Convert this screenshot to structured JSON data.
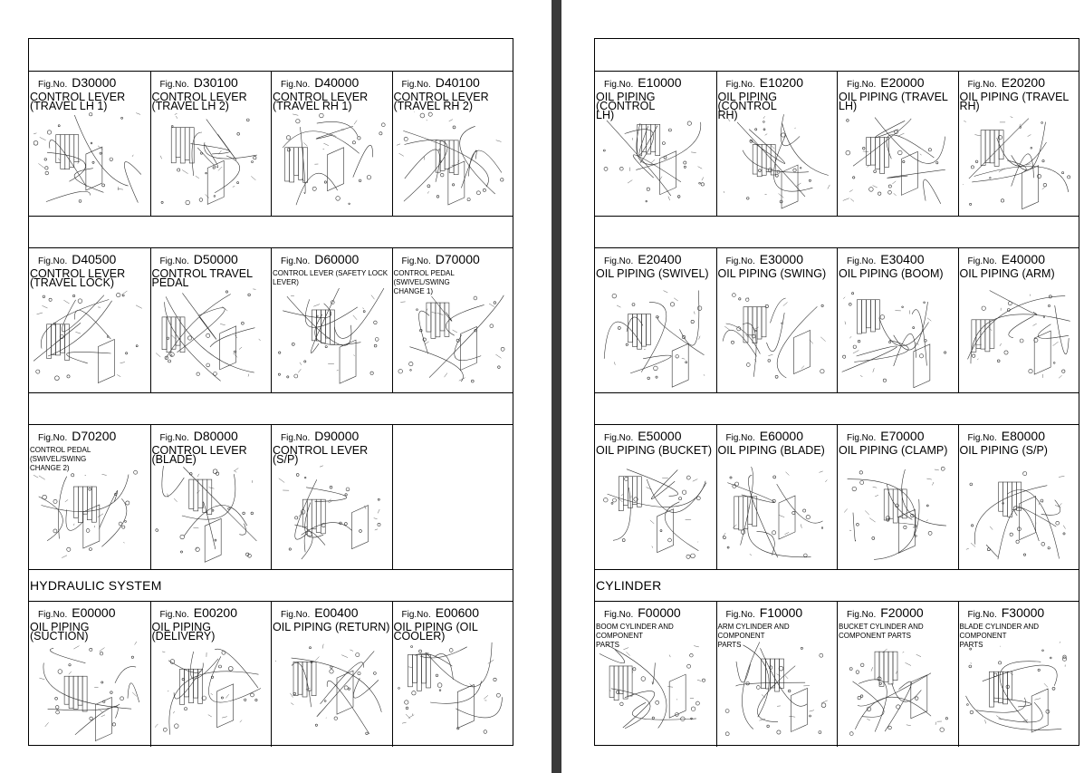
{
  "fig_label": "Fig.No.",
  "left": {
    "header_title": "",
    "rows": [
      {
        "section": "",
        "cells": [
          {
            "num": "D30000",
            "title": "CONTROL LEVER\n(TRAVEL LH 1)",
            "size": "big"
          },
          {
            "num": "D30100",
            "title": "CONTROL LEVER\n(TRAVEL LH 2)",
            "size": "big"
          },
          {
            "num": "D40000",
            "title": "CONTROL LEVER\n(TRAVEL RH 1)",
            "size": "big"
          },
          {
            "num": "D40100",
            "title": "CONTROL LEVER\n(TRAVEL RH 2)",
            "size": "big"
          }
        ]
      },
      {
        "section": "",
        "cells": [
          {
            "num": "D40500",
            "title": "CONTROL LEVER\n(TRAVEL LOCK)",
            "size": "big"
          },
          {
            "num": "D50000",
            "title": "CONTROL TRAVEL\nPEDAL",
            "size": "big"
          },
          {
            "num": "D60000",
            "title": "CONTROL LEVER (SAFETY LOCK\nLEVER)",
            "size": "small"
          },
          {
            "num": "D70000",
            "title": "CONTROL PEDAL (SWIVEL/SWING\nCHANGE 1)",
            "size": "small"
          }
        ]
      },
      {
        "section": "",
        "cells": [
          {
            "num": "D70200",
            "title": "CONTROL PEDAL (SWIVEL/SWING\nCHANGE 2)",
            "size": "small"
          },
          {
            "num": "D80000",
            "title": "CONTROL LEVER\n(BLADE)",
            "size": "big"
          },
          {
            "num": "D90000",
            "title": "CONTROL LEVER (S/P)",
            "size": "big"
          },
          null
        ]
      },
      {
        "section": "HYDRAULIC SYSTEM",
        "cells": [
          {
            "num": "E00000",
            "title": "OIL PIPING (SUCTION)",
            "size": "big"
          },
          {
            "num": "E00200",
            "title": "OIL PIPING (DELIVERY)",
            "size": "big"
          },
          {
            "num": "E00400",
            "title": "OIL PIPING (RETURN)",
            "size": "big"
          },
          {
            "num": "E00600",
            "title": "OIL PIPING (OIL\nCOOLER)",
            "size": "big"
          }
        ]
      }
    ]
  },
  "right": {
    "header_title": "",
    "rows": [
      {
        "section": "",
        "cells": [
          {
            "num": "E10000",
            "title": "OIL PIPING (CONTROL\nLH)",
            "size": "big"
          },
          {
            "num": "E10200",
            "title": "OIL PIPING (CONTROL\nRH)",
            "size": "big"
          },
          {
            "num": "E20000",
            "title": "OIL PIPING (TRAVEL\nLH)",
            "size": "big"
          },
          {
            "num": "E20200",
            "title": "OIL PIPING (TRAVEL\nRH)",
            "size": "big"
          }
        ]
      },
      {
        "section": "",
        "cells": [
          {
            "num": "E20400",
            "title": "OIL PIPING (SWIVEL)",
            "size": "big"
          },
          {
            "num": "E30000",
            "title": "OIL PIPING (SWING)",
            "size": "big"
          },
          {
            "num": "E30400",
            "title": "OIL PIPING (BOOM)",
            "size": "big"
          },
          {
            "num": "E40000",
            "title": "OIL PIPING (ARM)",
            "size": "big"
          }
        ]
      },
      {
        "section": "",
        "cells": [
          {
            "num": "E50000",
            "title": "OIL PIPING (BUCKET)",
            "size": "big"
          },
          {
            "num": "E60000",
            "title": "OIL PIPING (BLADE)",
            "size": "big"
          },
          {
            "num": "E70000",
            "title": "OIL PIPING (CLAMP)",
            "size": "big"
          },
          {
            "num": "E80000",
            "title": "OIL PIPING (S/P)",
            "size": "big"
          }
        ]
      },
      {
        "section": "CYLINDER",
        "cells": [
          {
            "num": "F00000",
            "title": "BOOM CYLINDER AND COMPONENT\nPARTS",
            "size": "small"
          },
          {
            "num": "F10000",
            "title": "ARM CYLINDER AND COMPONENT\nPARTS",
            "size": "small"
          },
          {
            "num": "F20000",
            "title": "BUCKET CYLINDER AND\nCOMPONENT PARTS",
            "size": "small"
          },
          {
            "num": "F30000",
            "title": "BLADE CYLINDER AND COMPONENT\nPARTS",
            "size": "small"
          }
        ]
      }
    ]
  }
}
